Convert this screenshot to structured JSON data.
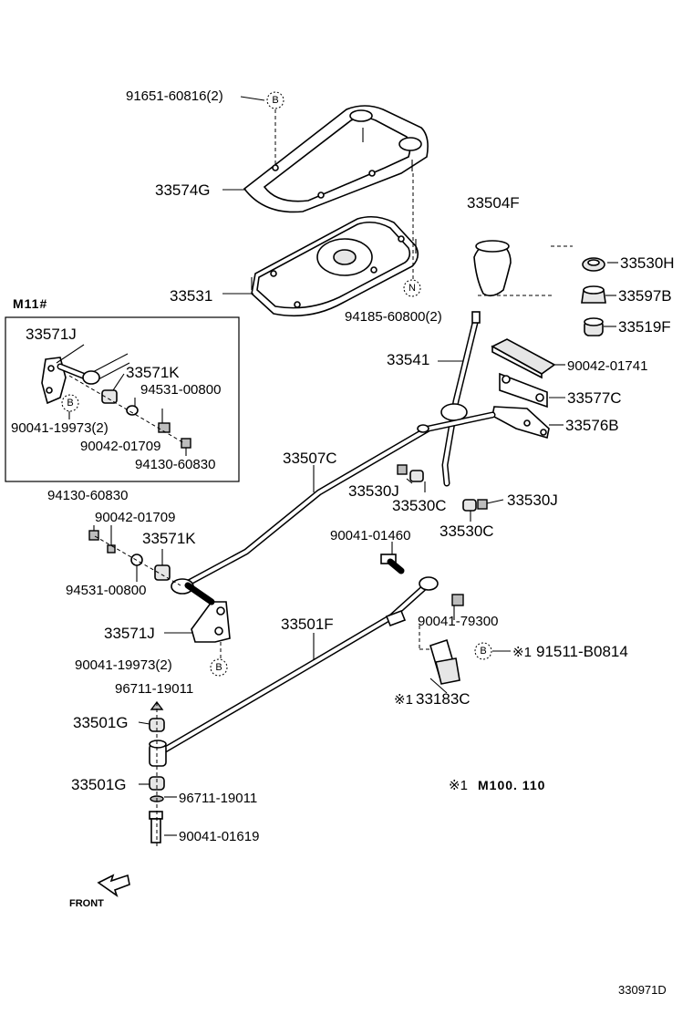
{
  "labels": {
    "p91651": "91651-60816(2)",
    "p33574G": "33574G",
    "p33504F": "33504F",
    "p33530H": "33530H",
    "p33597B": "33597B",
    "p33519F": "33519F",
    "p33531": "33531",
    "p94185": "94185-60800(2)",
    "p33541": "33541",
    "p90042_01741": "90042-01741",
    "p33577C": "33577C",
    "p33576B": "33576B",
    "inset_title": "M11#",
    "in_33571J": "33571J",
    "in_33571K": "33571K",
    "in_94531": "94531-00800",
    "in_90041": "90041-19973(2)",
    "in_90042": "90042-01709",
    "in_94130": "94130-60830",
    "p33507C": "33507C",
    "p33530J_a": "33530J",
    "p33530C_a": "33530C",
    "p33530J_b": "33530J",
    "p33530C_b": "33530C",
    "m94130": "94130-60830",
    "m90042": "90042-01709",
    "m33571K": "33571K",
    "m94531": "94531-00800",
    "m33571J": "33571J",
    "m90041": "90041-19973(2)",
    "p90041_01460": "90041-01460",
    "p33501F": "33501F",
    "p90041_79300": "90041-79300",
    "p91511": "91511-B0814",
    "p33183C": "33183C",
    "p96711_a": "96711-19011",
    "p33501G_a": "33501G",
    "p33501G_b": "33501G",
    "p96711_b": "96711-19011",
    "p90041_01619": "90041-01619",
    "note_m100": "M100. 110",
    "note_mark1": "※1",
    "mark_91511": "※1",
    "mark_33183C": "※1",
    "front": "FRONT",
    "drawing_code": "330971D"
  },
  "callouts": {
    "b": "B",
    "n": "N"
  }
}
